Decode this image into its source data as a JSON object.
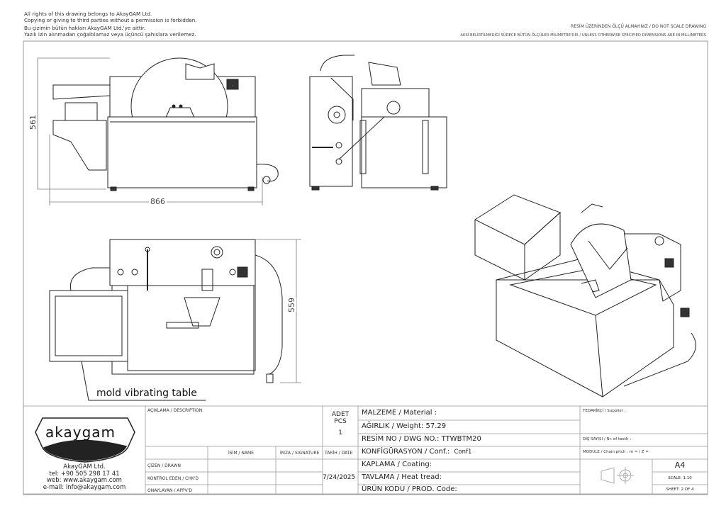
{
  "copyright": {
    "line1": "All rights of this drawing belongs to AkayGAM Ltd.",
    "line2": "Copying or giving to third parties without a permission is forbidden.",
    "line3": "Bu çizimin bütün hakları AkayGAM Ltd.'ye aittir.",
    "line4": "Yazılı izin alınmadan çoğaltılamaz veya üçüncü şahıslara verilemez."
  },
  "notes": {
    "scale_note": "RESİM ÜZERİNDEN ÖLÇÜ ALMAYINIZ / DO NOT SCALE DRAWING",
    "units_note": "AKSİ BELİRTİLMEDİĞİ SÜRECE BÜTÜN ÖLÇÜLER MİLİMETRE'DİR / UNLESS OTHERWISE SPECIFIED DIMENSIONS ARE IN MILLIMETERS"
  },
  "dimensions": {
    "height_front": "561",
    "width_front": "866",
    "depth_top": "559"
  },
  "callout": "mold vibrating table",
  "logo": {
    "brand": "akaygam",
    "company": "AkayGAM Ltd.",
    "tel": "tel: +90 505 298 17 41",
    "web": "web: www.akaygam.com",
    "email": "e-mail: info@akaygam.com"
  },
  "title_block": {
    "description_label": "AÇIKLAMA / DESCRIPTION",
    "qty_label1": "ADET",
    "qty_label2": "PCS",
    "qty_value": "1",
    "name_label": "İSİM / NAME",
    "signature_label": "İMZA / SIGNATURE",
    "date_label": "TARİH / DATE",
    "drawn_label": "ÇİZEN / DRAWN",
    "checked_label": "KONTROL EDEN / CHK'D",
    "approved_label": "ONAYLAYAN / APPV'D",
    "date_value": "7/24/2025",
    "material": "MALZEME / Material :",
    "weight": "AĞIRLIK / Weight: 57.29",
    "dwg_no": "RESİM NO / DWG NO.: TTWBTM20",
    "conf_label": "KONFİGÜRASYON / Conf.:",
    "conf_value": "Conf1",
    "coating": "KAPLAMA / Coating:",
    "heat": "TAVLAMA / Heat tread:",
    "prod_code": "ÜRÜN KODU / PROD. Code:",
    "supplier": "TEDARİKÇİ / Supplier :",
    "teeth": "DİŞ SAYISI / Nr. of teeth :",
    "module": "MODULE / Chain pitch :  m =   / Z =",
    "paper": "A4",
    "scale": "SCALE: 1:10",
    "sheet": "SHEET: 2 OF 4"
  }
}
